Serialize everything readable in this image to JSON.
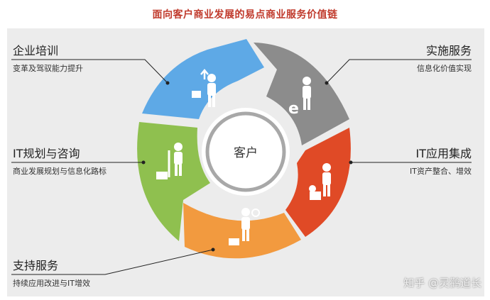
{
  "title": "面向客户商业发展的易点商业服务价值链",
  "center": "客户",
  "segments": [
    {
      "id": "training",
      "title": "企业培训",
      "subtitle": "变革及驾驭能力提升",
      "color": "#5ea9e6"
    },
    {
      "id": "services",
      "title": "实施服务",
      "subtitle": "信息化价值实现",
      "color": "#8c8c8c"
    },
    {
      "id": "integration",
      "title": "IT应用集成",
      "subtitle": "IT资产整合、增效",
      "color": "#e04a26"
    },
    {
      "id": "support",
      "title": "支持服务",
      "subtitle": "持续应用改进与IT增效",
      "color": "#f29a3f"
    },
    {
      "id": "consulting",
      "title": "IT规划与咨询",
      "subtitle": "商业发展规划与信息化路标",
      "color": "#8fc04f"
    }
  ],
  "watermark": "知乎 @灵鹳道长"
}
